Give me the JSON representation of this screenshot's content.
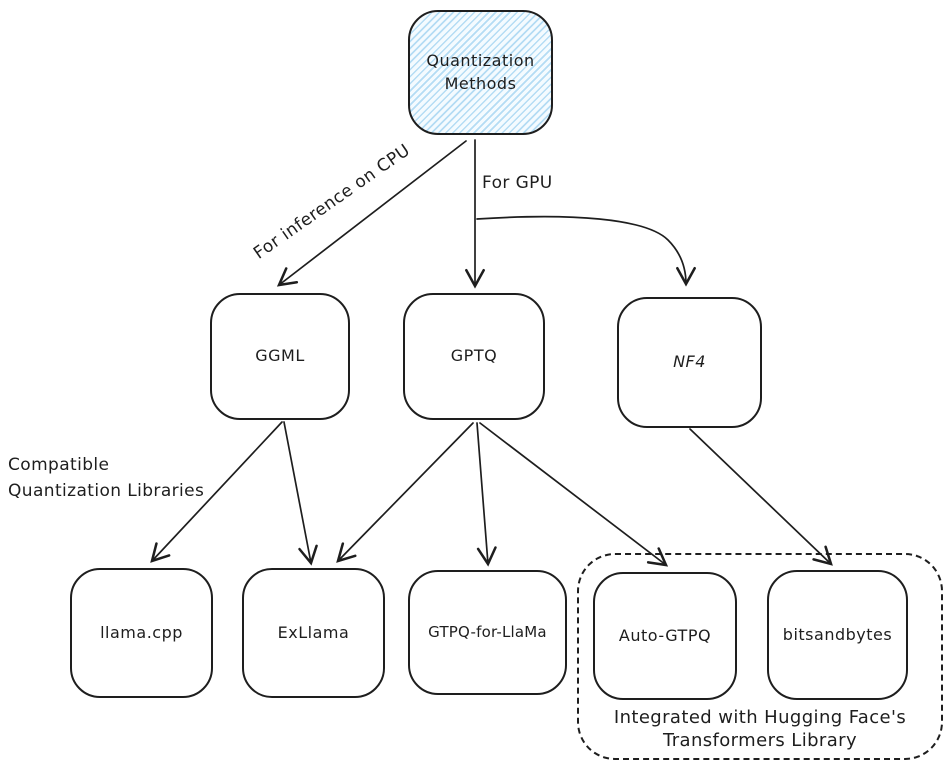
{
  "diagram": {
    "title": "Quantization Methods"
  },
  "nodes": {
    "quantization_methods": {
      "label": "Quantization Methods"
    },
    "ggml": {
      "label": "GGML"
    },
    "gptq": {
      "label": "GPTQ"
    },
    "nf4": {
      "label": "NF4"
    },
    "llama_cpp": {
      "label": "llama.cpp"
    },
    "exllama": {
      "label": "ExLlama"
    },
    "gtpq_for_llama": {
      "label": "GTPQ-for-LlaMa"
    },
    "auto_gtpq": {
      "label": "Auto-GTPQ"
    },
    "bitsandbytes": {
      "label": "bitsandbytes"
    }
  },
  "edge_labels": {
    "cpu": "For inference on CPU",
    "gpu": "For GPU"
  },
  "annotations": {
    "compatible_line1": "Compatible",
    "compatible_line2": "Quantization Libraries",
    "integrated_line1": "Integrated with Hugging Face's",
    "integrated_line2": "Transformers Library"
  },
  "edges": [
    {
      "from": "Quantization Methods",
      "to": "GGML",
      "label": "For inference on CPU"
    },
    {
      "from": "Quantization Methods",
      "to": "GPTQ",
      "label": "For GPU"
    },
    {
      "from": "Quantization Methods",
      "to": "NF4",
      "label": "For GPU"
    },
    {
      "from": "GGML",
      "to": "llama.cpp",
      "label": ""
    },
    {
      "from": "GGML",
      "to": "ExLlama",
      "label": ""
    },
    {
      "from": "GPTQ",
      "to": "ExLlama",
      "label": ""
    },
    {
      "from": "GPTQ",
      "to": "GTPQ-for-LlaMa",
      "label": ""
    },
    {
      "from": "GPTQ",
      "to": "Auto-GTPQ",
      "label": ""
    },
    {
      "from": "NF4",
      "to": "bitsandbytes",
      "label": ""
    }
  ],
  "colors": {
    "stroke": "#1e1e1e",
    "hatch_blue": "#b4dcf4",
    "background": "#ffffff"
  }
}
